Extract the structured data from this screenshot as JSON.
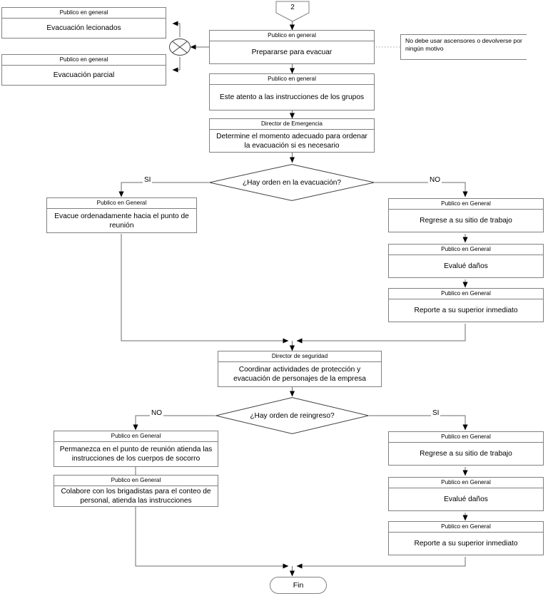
{
  "diagram": {
    "title": "Procedimiento de evacuacion",
    "colors": {
      "stroke": "#808080",
      "text": "#000000",
      "arrow": "#000000",
      "background": "#ffffff"
    }
  },
  "connector_in": {
    "label": "2"
  },
  "note": {
    "text": "No debe usar ascensores o devolverse por ningún motivo"
  },
  "nodes": {
    "evacuacion_lecionados": {
      "role": "Publico en general",
      "text": "Evacuación lecionados"
    },
    "evacuacion_parcial": {
      "role": "Publico en general",
      "text": "Evacuación parcial"
    },
    "prepararse": {
      "role": "Publico en general",
      "text": "Prepararse para evacuar"
    },
    "atento_instrucciones": {
      "role": "Publico en general",
      "text": "Este atento a las instrucciones de los grupos"
    },
    "determine_momento": {
      "role": "Director de Emergencia",
      "text": "Determine el momento adecuado para ordenar la evacuación si es necesario"
    },
    "decision_orden_evacuacion": {
      "text": "¿Hay orden en la evacuación?"
    },
    "evacue_ordenadamente": {
      "role": "Publico en General",
      "text": "Evacue ordenadamente hacia el punto de reunión"
    },
    "regrese_sitio_1": {
      "role": "Publico en General",
      "text": "Regrese a su sitio de trabajo"
    },
    "evalue_danos_1": {
      "role": "Publico en General",
      "text": "Evalué daños"
    },
    "reporte_superior_1": {
      "role": "Publico en General",
      "text": "Reporte a su superior inmediato"
    },
    "coordinar_actividades": {
      "role": "Director de seguridad",
      "text": "Coordinar actividades de protección y evacuación de personajes de la empresa"
    },
    "decision_orden_reingreso": {
      "text": "¿Hay orden de reingreso?"
    },
    "permanezca_punto": {
      "role": "Publico en General",
      "text": "Permanezca en el punto de reunión atienda las instrucciones de los cuerpos de socorro"
    },
    "colabore_brigadistas": {
      "role": "Publico en General",
      "text": "Colabore con los brigadistas para el conteo de personal, atienda las instrucciones"
    },
    "regrese_sitio_2": {
      "role": "Publico en General",
      "text": "Regrese a su sitio de trabajo"
    },
    "evalue_danos_2": {
      "role": "Publico en General",
      "text": "Evalué daños"
    },
    "reporte_superior_2": {
      "role": "Publico en General",
      "text": "Reporte a su superior inmediato"
    },
    "fin": {
      "text": "Fin"
    }
  },
  "edge_labels": {
    "si_evacuacion": "SI",
    "no_evacuacion": "NO",
    "no_reingreso": "NO",
    "si_reingreso": "SI"
  }
}
